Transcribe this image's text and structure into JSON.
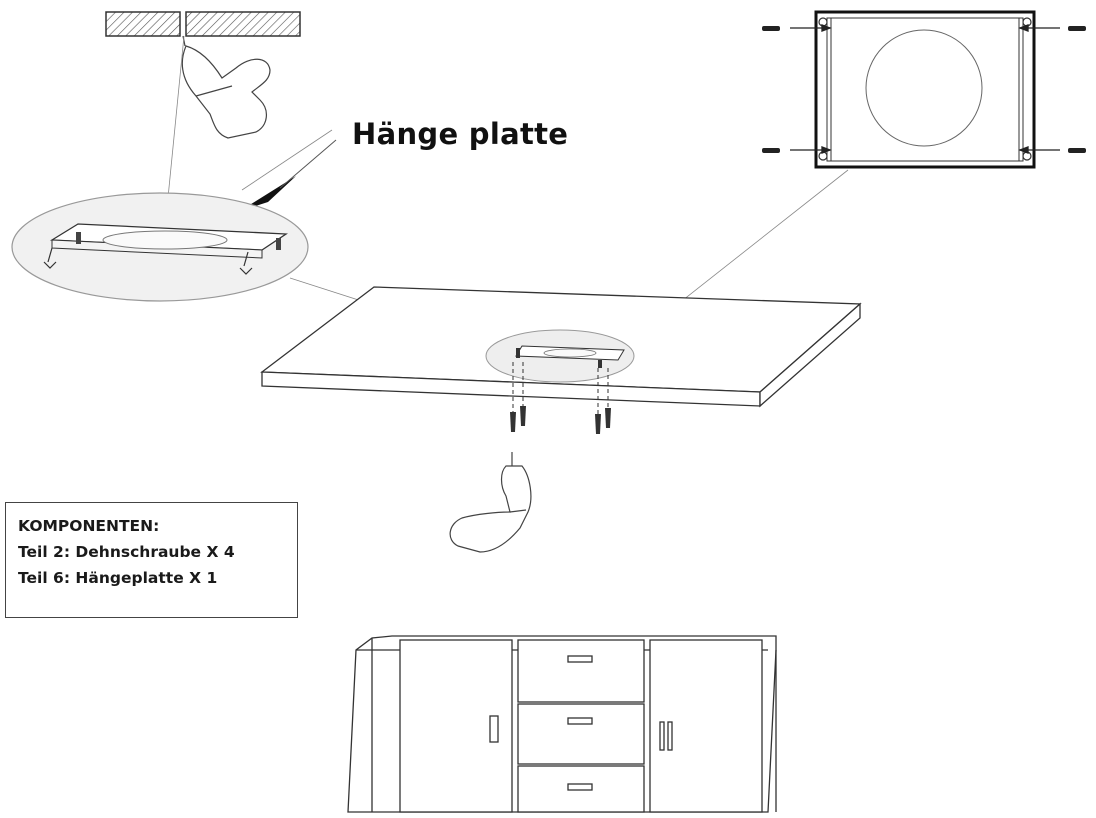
{
  "callout": {
    "label": "Hänge platte"
  },
  "components": {
    "title": "KOMPONENTEN:",
    "items": [
      "Teil 2: Dehnschraube X 4",
      "Teil 6: Hängeplatte X 1"
    ]
  },
  "icons": [
    "ceiling-beam",
    "drill-icon",
    "arrow-pointer-icon",
    "hanging-plate-magnifier",
    "hanging-plate-topview",
    "screw-icon",
    "tabletop-panel",
    "cabinet"
  ]
}
